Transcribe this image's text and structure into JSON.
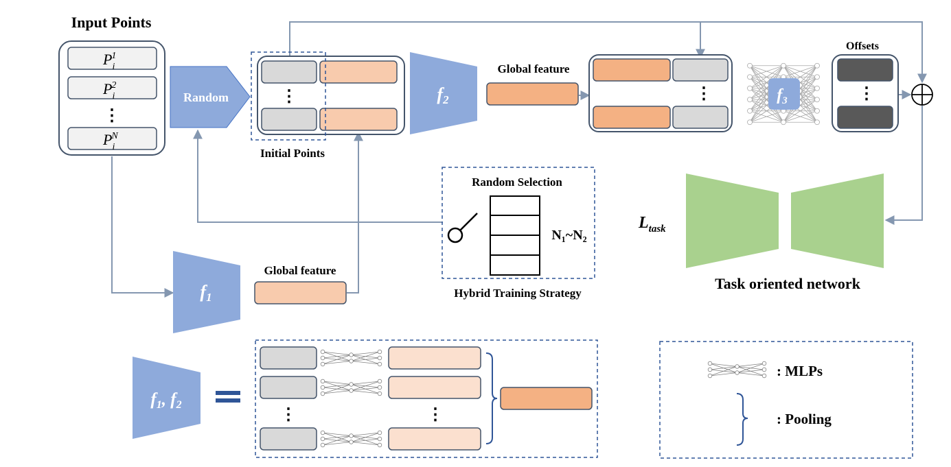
{
  "labels": {
    "input_points": "Input Points",
    "random": "Random",
    "initial_points": "Initial Points",
    "global_feature_top": "Global feature",
    "global_feature_bottom": "Global feature",
    "offsets": "Offsets",
    "random_selection": "Random Selection",
    "n_range": "N₁~N₂",
    "hybrid_training_strategy": "Hybrid Training Strategy",
    "task_oriented_network": "Task oriented network",
    "loss_base": "L",
    "loss_sub": "task"
  },
  "input_points": [
    {
      "base": "P",
      "sub": "i",
      "sup": "1"
    },
    {
      "base": "P",
      "sub": "i",
      "sup": "2"
    },
    {
      "base": "P",
      "sub": "i",
      "sup": "N"
    }
  ],
  "functions": {
    "f1": {
      "base": "f",
      "sub": "1"
    },
    "f2": {
      "base": "f",
      "sub": "2"
    },
    "f3": {
      "base": "f",
      "sub": "3"
    },
    "f12": {
      "base1": "f",
      "sub1": "1",
      "sep": ", ",
      "base2": "f",
      "sub2": "2"
    }
  },
  "legend": {
    "mlps_label": ": MLPs",
    "pooling_label": ": Pooling"
  },
  "symbols": {
    "vertical_dots": "⋮",
    "plus": "⊕"
  },
  "colors": {
    "encoder_blue": "#8eaadb",
    "feature_orange": "#f4b183",
    "feature_light": "#f8cbad",
    "feature_pale": "#fbe0cf",
    "point_gray": "#d9d9d9",
    "offset_dark": "#595959",
    "task_green": "#a9d18e",
    "arrow": "#8497b0",
    "border": "#44546a",
    "dashed": "#2f5597"
  }
}
